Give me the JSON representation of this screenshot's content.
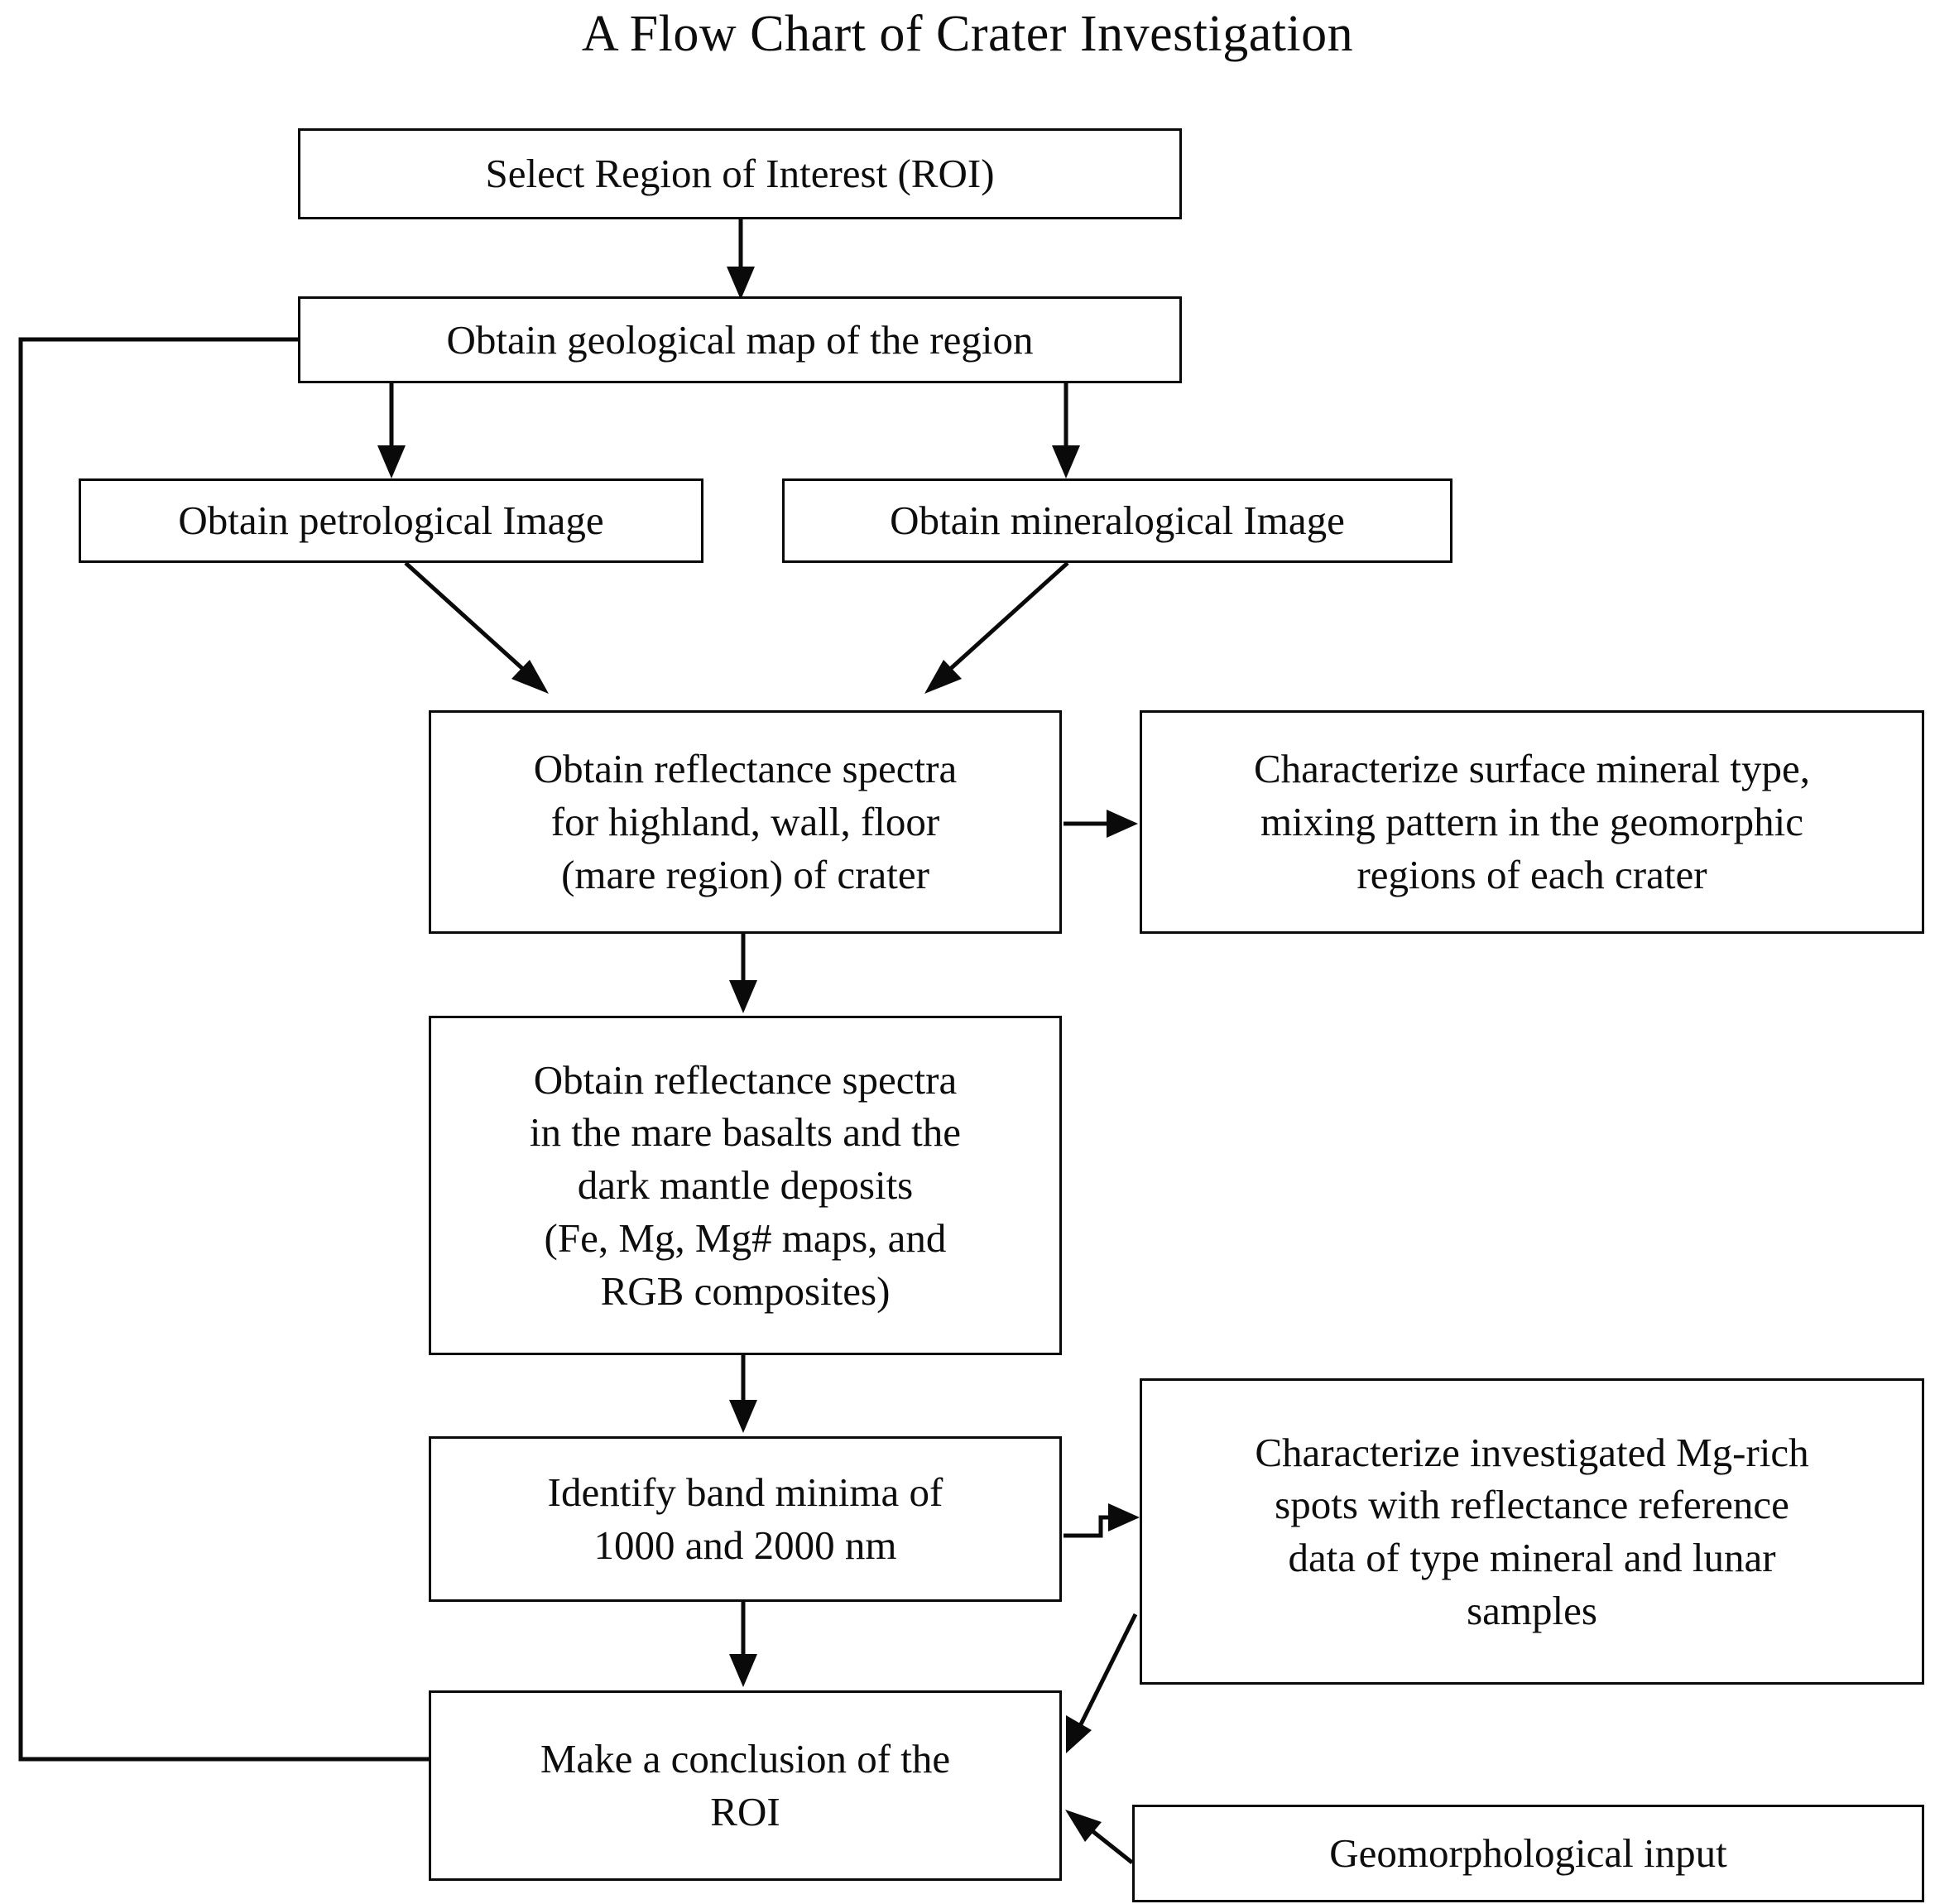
{
  "title": "A Flow Chart of Crater Investigation",
  "nodes": {
    "roi": "Select Region of Interest (ROI)",
    "geomap": "Obtain geological map of the region",
    "petro": "Obtain petrological Image",
    "mineral": "Obtain mineralogical Image",
    "spectra_regions": "Obtain reflectance spectra\nfor highland, wall, floor\n(mare region) of crater",
    "characterize_surface": "Characterize surface mineral type,\nmixing pattern in the geomorphic\nregions of each crater",
    "spectra_mare": "Obtain reflectance spectra\nin the mare basalts and the\ndark mantle deposits\n(Fe, Mg, Mg# maps, and\nRGB composites)",
    "band_minima": "Identify band minima of\n1000 and 2000 nm",
    "characterize_mgrich": "Characterize investigated Mg-rich\nspots with reflectance reference\ndata of type mineral and lunar\nsamples",
    "conclusion": "Make a conclusion of the\nROI",
    "geomorph_input": "Geomorphological input"
  },
  "edges": [
    {
      "name": "roi-to-geomap",
      "from": "roi",
      "to": "geomap",
      "kind": "straight-down-arrow"
    },
    {
      "name": "geomap-to-petro",
      "from": "geomap",
      "to": "petro",
      "kind": "straight-down-arrow"
    },
    {
      "name": "geomap-to-mineral",
      "from": "geomap",
      "to": "mineral",
      "kind": "straight-down-arrow"
    },
    {
      "name": "petro-to-spectra-regions",
      "from": "petro",
      "to": "spectra_regions",
      "kind": "diagonal-arrow"
    },
    {
      "name": "mineral-to-spectra-regions",
      "from": "mineral",
      "to": "spectra_regions",
      "kind": "diagonal-arrow"
    },
    {
      "name": "spectra-regions-to-characterize-surface",
      "from": "spectra_regions",
      "to": "characterize_surface",
      "kind": "straight-right-arrow"
    },
    {
      "name": "spectra-regions-to-spectra-mare",
      "from": "spectra_regions",
      "to": "spectra_mare",
      "kind": "straight-down-arrow"
    },
    {
      "name": "spectra-mare-to-band-minima",
      "from": "spectra_mare",
      "to": "band_minima",
      "kind": "straight-down-arrow"
    },
    {
      "name": "band-minima-to-characterize-mgrich",
      "from": "band_minima",
      "to": "characterize_mgrich",
      "kind": "straight-right-arrow"
    },
    {
      "name": "band-minima-to-conclusion",
      "from": "band_minima",
      "to": "conclusion",
      "kind": "straight-down-arrow"
    },
    {
      "name": "characterize-mgrich-to-conclusion",
      "from": "characterize_mgrich",
      "to": "conclusion",
      "kind": "diagonal-arrow"
    },
    {
      "name": "geomorph-input-to-conclusion",
      "from": "geomorph_input",
      "to": "conclusion",
      "kind": "diagonal-arrow"
    },
    {
      "name": "geomap-feedback-to-conclusion",
      "from": "geomap",
      "to": "conclusion",
      "kind": "left-loop-arrow"
    }
  ],
  "colors": {
    "stroke": "#0a0a0a",
    "background": "#ffffff",
    "text": "#0d0d0d"
  }
}
